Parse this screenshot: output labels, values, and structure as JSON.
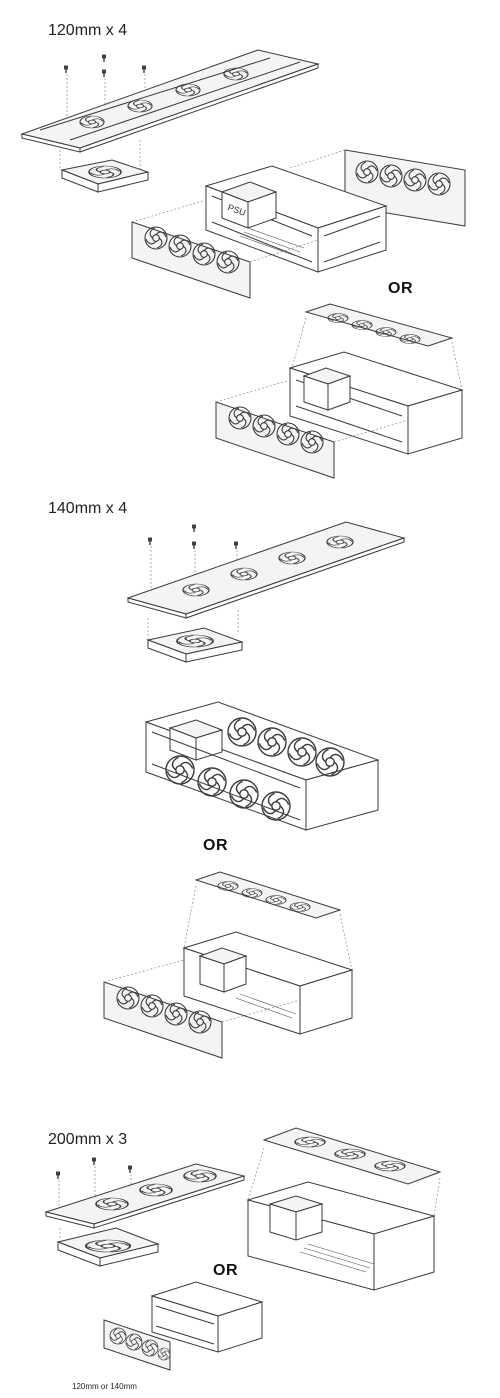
{
  "sections": [
    {
      "heading": "120mm x 4"
    },
    {
      "heading": "140mm x 4"
    },
    {
      "heading": "200mm x 3"
    }
  ],
  "or_label": "OR",
  "psu_label": "PSU",
  "footnote": "120mm or 140mm",
  "colors": {
    "line": "#3a3a3a",
    "fill": "#f4f4f4",
    "background": "#ffffff"
  }
}
